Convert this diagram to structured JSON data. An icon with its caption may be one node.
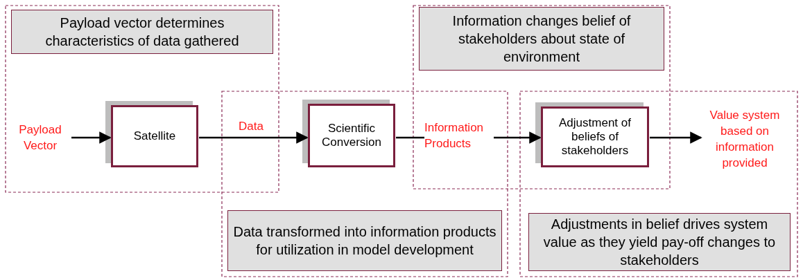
{
  "diagram": {
    "nodes": [
      {
        "text": [
          "Payload Vector"
        ]
      },
      {
        "text": [
          "Satellite"
        ]
      },
      {
        "text": [
          "Scientific Conversion"
        ]
      },
      {
        "text": [
          "Adjustment of beliefs of stakeholders"
        ]
      },
      {
        "text": [
          "Value system based on information provided"
        ]
      },
      {
        "text": [
          "Payload vector determines characteristics of data gathered"
        ]
      },
      {
        "text": [
          "Information changes belief of stakeholders about state of environment"
        ]
      },
      {
        "text": [
          "Data transformed into information products for utilization in model development"
        ]
      },
      {
        "text": [
          "Adjustments in belief drives system value as they yield pay-off changes to stakeholders"
        ]
      }
    ],
    "edges": [
      {
        "from": 0,
        "to": 1,
        "arrow": "to"
      },
      {
        "from": 1,
        "to": 2,
        "arrow": "to",
        "label": "Data"
      },
      {
        "from": 2,
        "to": 3,
        "arrow": "to",
        "label": "Information Products"
      },
      {
        "from": 3,
        "to": 4,
        "arrow": "to"
      }
    ]
  }
}
